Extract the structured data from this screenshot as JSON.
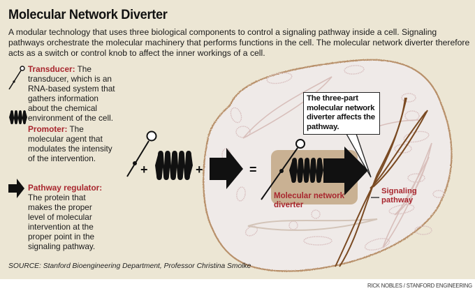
{
  "title": "Molecular Network Diverter",
  "intro": "A modular technology that uses three biological components to control a signaling pathway inside a cell. Signaling pathways orchestrate the molecular machinery that performs functions in the cell. The molecular network diverter therefore acts as a switch or control knob to affect the inner workings of a cell.",
  "legend": [
    {
      "icon": "transducer-icon",
      "term": "Transducer:",
      "description": " The transducer, which is an RNA-based system that gathers information about the chemical environment of the cell."
    },
    {
      "icon": "promoter-icon",
      "term": "Promoter:",
      "description": " The molecular agent that modulates the intensity of the intervention."
    },
    {
      "icon": "pathway-regulator-icon",
      "term": "Pathway regulator:",
      "description": " The protein that makes the proper level of molecular intervention at the proper point in the signaling pathway."
    }
  ],
  "equation": {
    "plus": "+",
    "equals": "="
  },
  "callout": "The three-part molecular network diverter affects the pathway.",
  "labels": {
    "diverter": "Molecular network diverter",
    "signaling_pathway": "Signaling pathway"
  },
  "colors": {
    "background": "#ece6d4",
    "cell_fill": "#efeae8",
    "cell_border": "#b8906a",
    "accent_red": "#a8262e",
    "pathway_brown": "#7a4a22",
    "diverter_box": "#c9b193"
  },
  "source": "SOURCE: Stanford Bioengineering Department, Professor Christina Smolke",
  "credit": "RICK NOBLES / STANFORD ENGINEERING"
}
